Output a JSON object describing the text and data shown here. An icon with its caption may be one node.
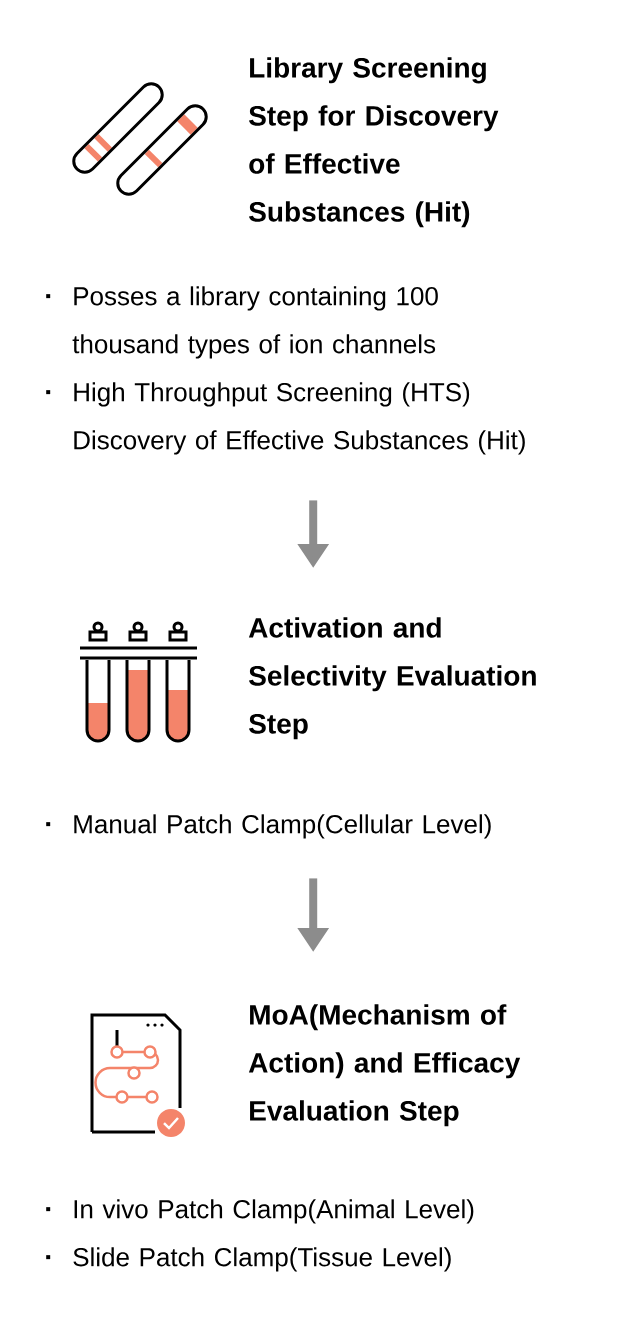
{
  "diagram": {
    "nodes": [
      {
        "text": [
          "Library Screening Step for Discovery of Effective Substances (Hit)",
          "Posses a library containing 100 thousand types of ion channels",
          "High Throughput Screening (HTS) Discovery of Effective Substances (Hit)"
        ]
      },
      {
        "text": [
          "Activation and Selectivity Evaluation Step",
          "Manual Patch Clamp(Cellular Level)"
        ]
      },
      {
        "text": [
          "MoA(Mechanism of Action) and Efficacy Evaluation Step",
          "In vivo Patch Clamp(Animal Level)",
          "Slide Patch Clamp(Tissue Level)"
        ]
      }
    ],
    "edges": [
      {
        "from": 0,
        "to": 1,
        "arrow": "to"
      },
      {
        "from": 1,
        "to": 2,
        "arrow": "to"
      }
    ]
  }
}
